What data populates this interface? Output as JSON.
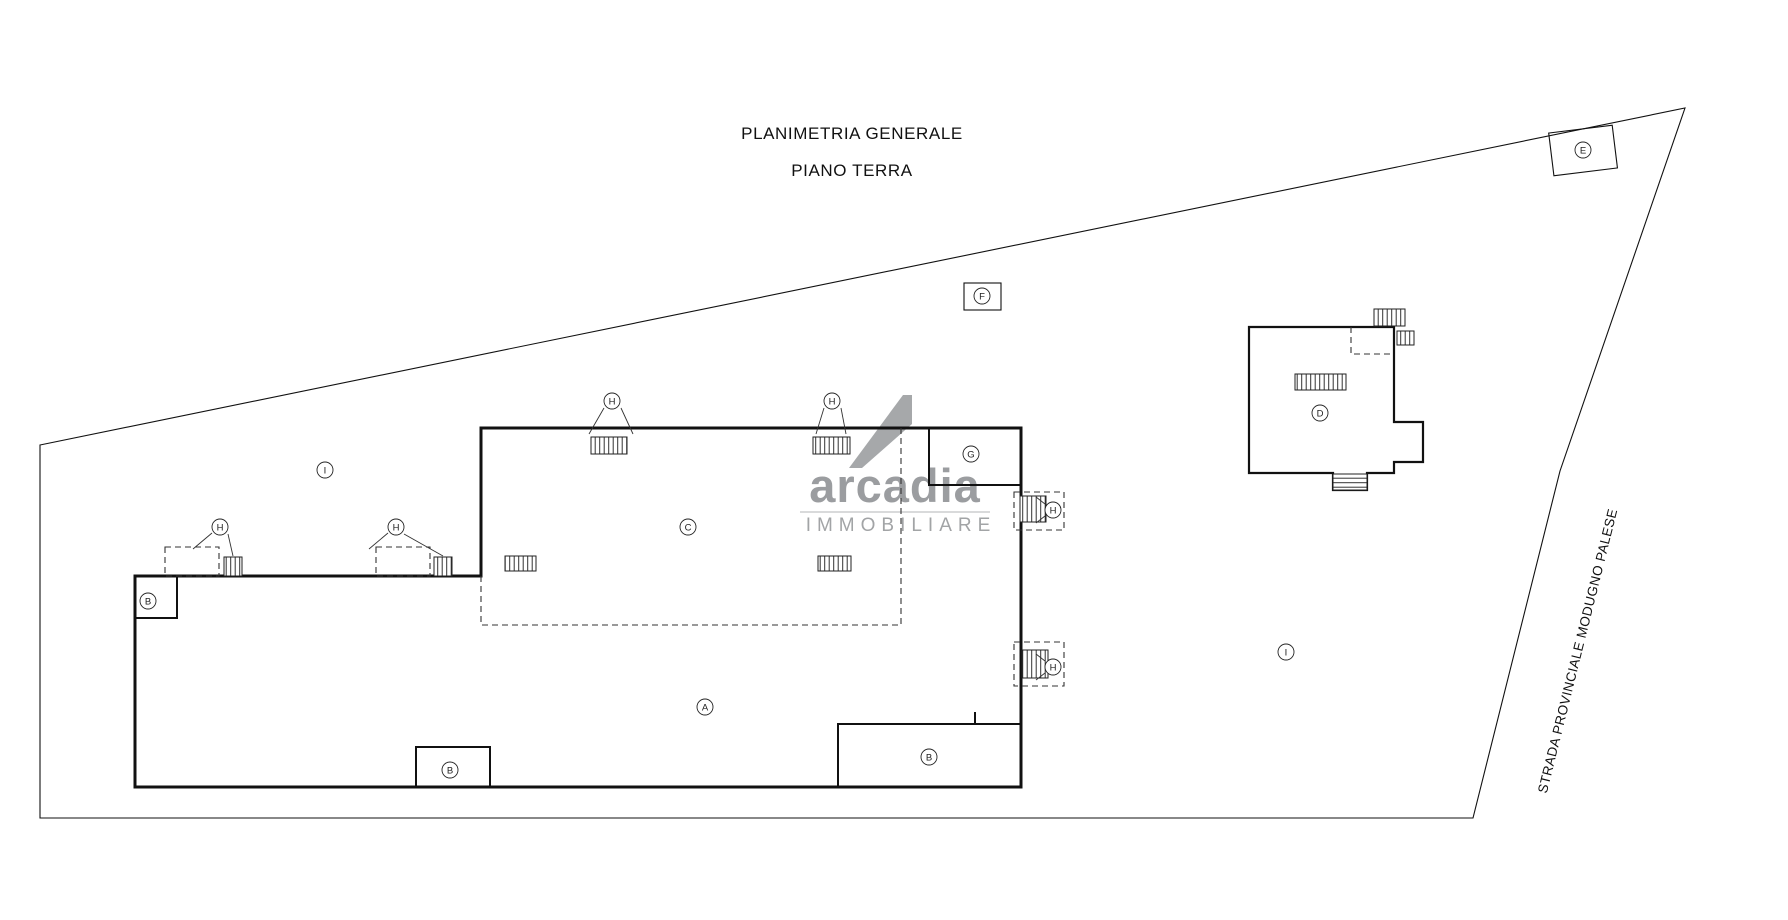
{
  "title": {
    "line1": "PLANIMETRIA GENERALE",
    "line2": "PIANO TERRA"
  },
  "street": {
    "label": "STRADA PROVINCIALE MODUGNO PALESE"
  },
  "watermark": {
    "brand": "arcadia",
    "tagline": "IMMOBILIARE"
  },
  "units": {
    "a": "A",
    "b": "B",
    "c": "C",
    "d": "D",
    "e": "E",
    "f": "F",
    "g": "G",
    "h": "H",
    "i": "I"
  },
  "colors": {
    "line": "#111111",
    "watermark_text": "#9b9da0",
    "watermark_tagline": "#a2a4a6",
    "watermark_logo": "#a6a8aa",
    "background": "#ffffff"
  }
}
